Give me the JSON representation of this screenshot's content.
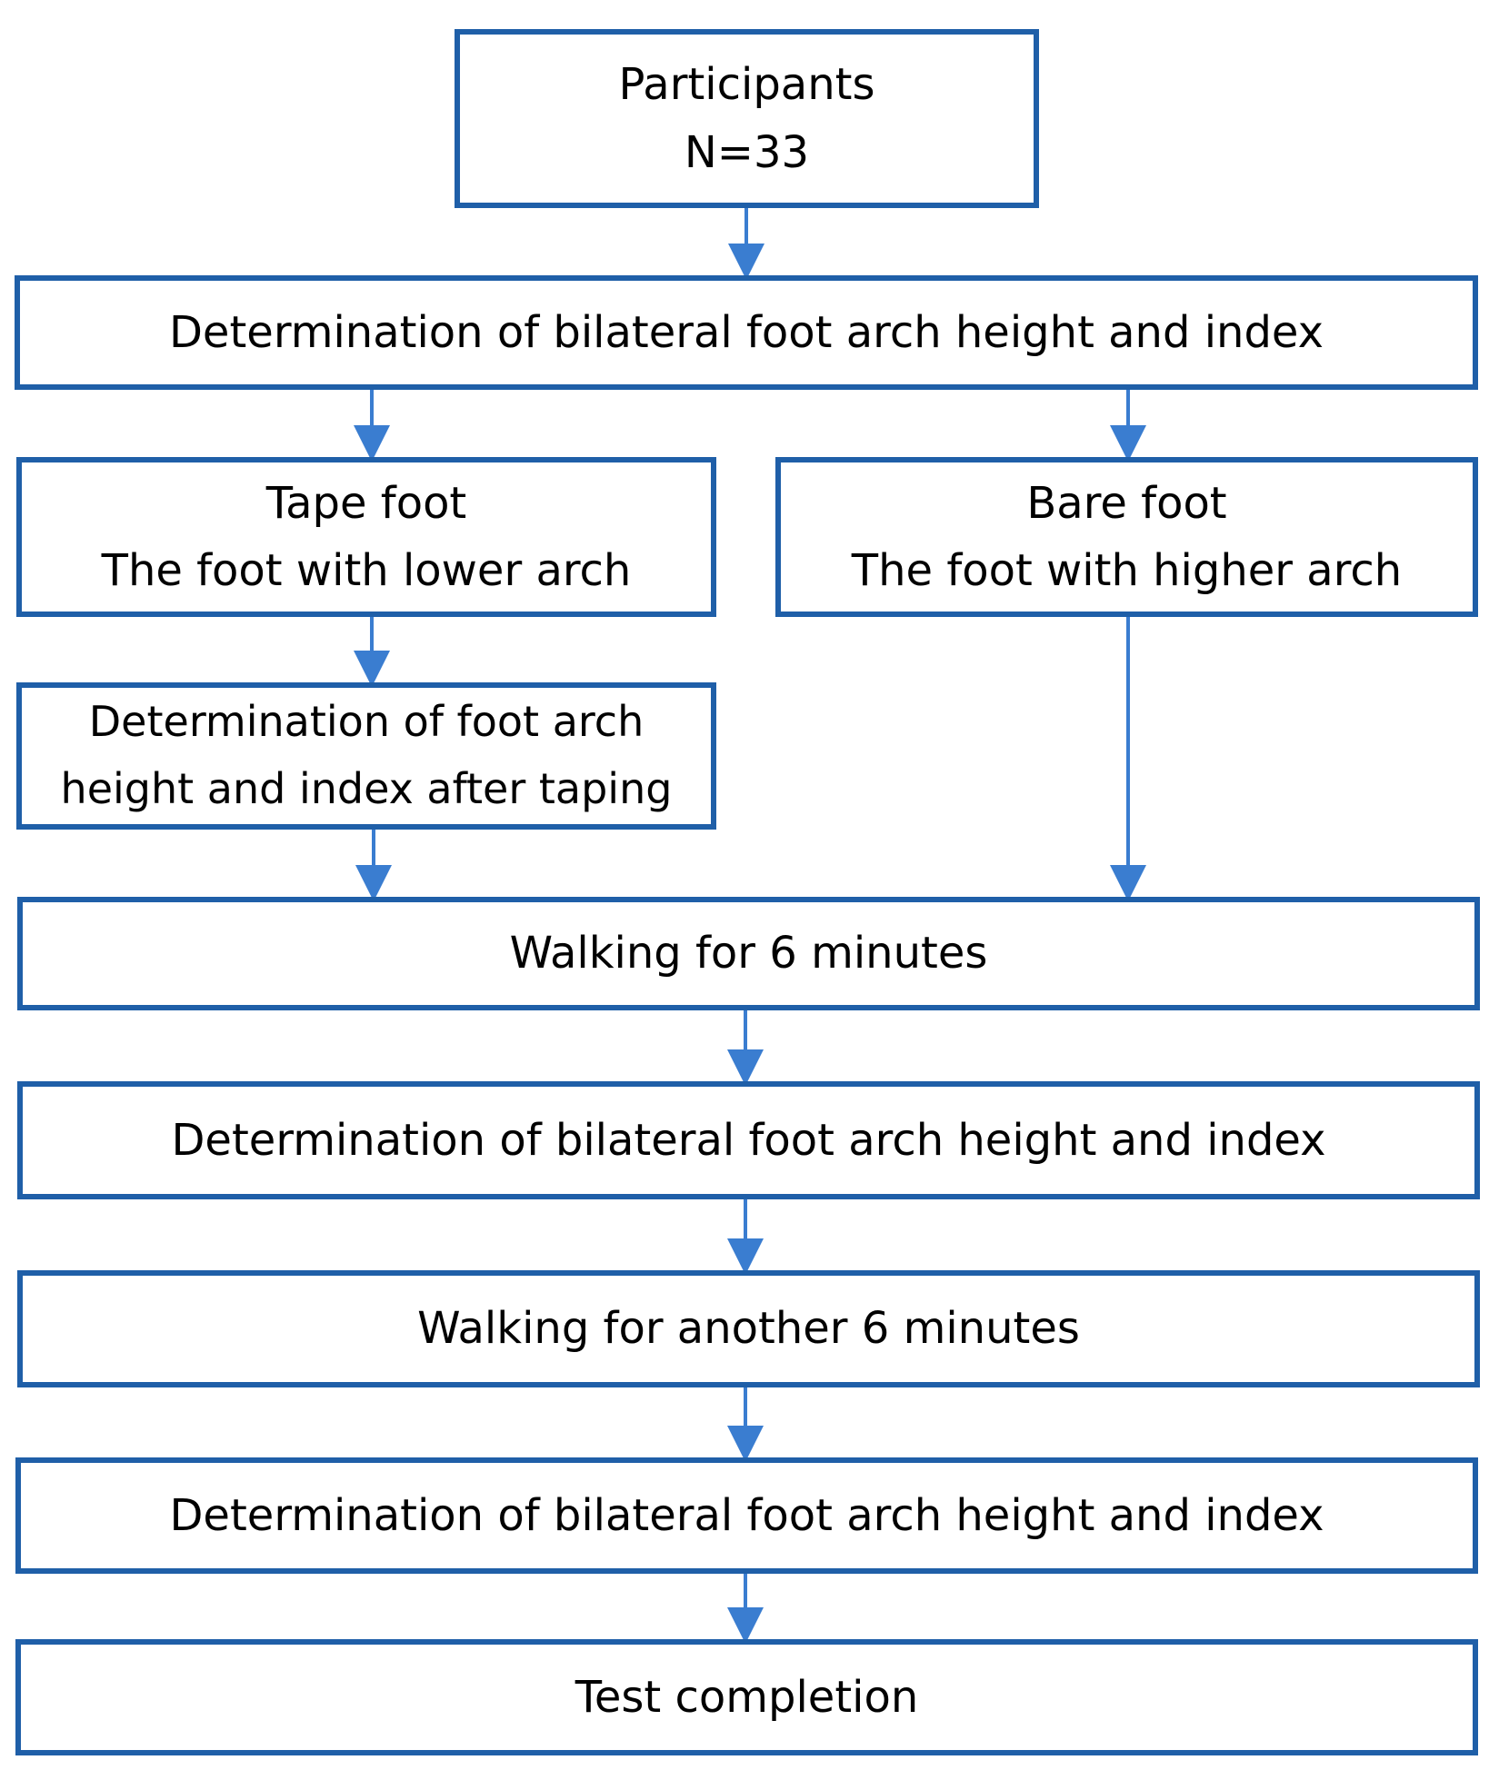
{
  "diagram": {
    "colors": {
      "box_border": "#1f5fa8",
      "arrow": "#3a7dd0",
      "text": "#000000",
      "background": "#ffffff"
    },
    "nodes": {
      "participants": {
        "line1": "Participants",
        "line2": "N=33"
      },
      "determination_initial": {
        "text": "Determination of bilateral foot arch height and index"
      },
      "tape_foot": {
        "line1": "Tape foot",
        "line2": "The foot with lower arch"
      },
      "bare_foot": {
        "line1": "Bare foot",
        "line2": "The foot with higher arch"
      },
      "determination_after_taping": {
        "line1": "Determination of foot arch",
        "line2": "height and index after taping"
      },
      "walking_first": {
        "text": "Walking for 6 minutes"
      },
      "determination_second": {
        "text": "Determination of bilateral foot arch height and index"
      },
      "walking_second": {
        "text": "Walking for another 6 minutes"
      },
      "determination_third": {
        "text": "Determination of bilateral foot arch height and index"
      },
      "test_completion": {
        "text": "Test completion"
      }
    }
  }
}
